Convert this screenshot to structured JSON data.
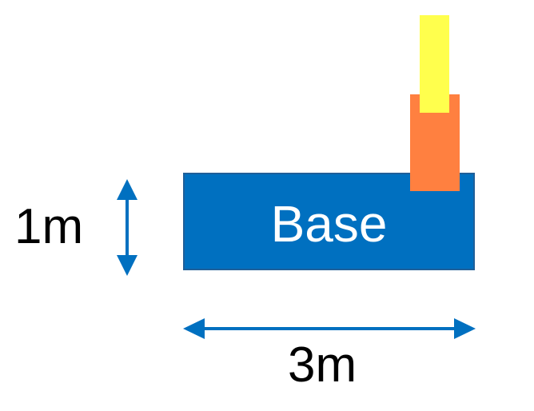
{
  "diagram": {
    "base_label": "Base",
    "height_label": "1m",
    "width_label": "3m"
  },
  "colors": {
    "base_fill": "#0070c0",
    "base_border": "#1f5f99",
    "arrow": "#0070c0",
    "orange_block": "#ff8040",
    "yellow_block": "#ffff4d",
    "text": "#000000",
    "base_text": "#ffffff"
  }
}
